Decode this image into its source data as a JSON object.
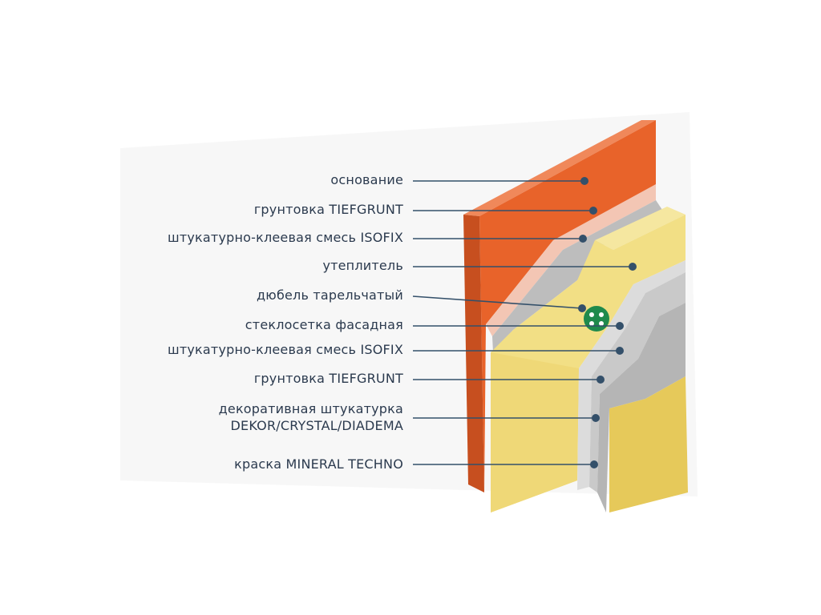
{
  "diagram": {
    "labels": [
      {
        "text": "основание"
      },
      {
        "text": "грунтовка TIEFGRUNT"
      },
      {
        "text": "штукатурно-клеевая смесь ISOFIX"
      },
      {
        "text": "утеплитель"
      },
      {
        "text": "дюбель тарельчатый"
      },
      {
        "text": "стеклосетка фасадная"
      },
      {
        "text": "штукатурно-клеевая смесь ISOFIX"
      },
      {
        "text": "грунтовка TIEFGRUNT"
      },
      {
        "text": "декоративная штукатурка",
        "text2": "DEKOR/CRYSTAL/DIADEMA"
      },
      {
        "text": "краска MINERAL TECHNO"
      }
    ],
    "colors": {
      "brick": "#e8632a",
      "brick_top": "#f0885a",
      "brick_side": "#c74f1f",
      "primer": "#f3c6b4",
      "plaster": "#bfbfbf",
      "insulation": "#f2e08a",
      "mesh": "#d9d9d9",
      "decor": "#b9b9b9",
      "paint": "#e6c95a",
      "dowel": "#1f8a4c",
      "leader": "#34506a"
    }
  }
}
